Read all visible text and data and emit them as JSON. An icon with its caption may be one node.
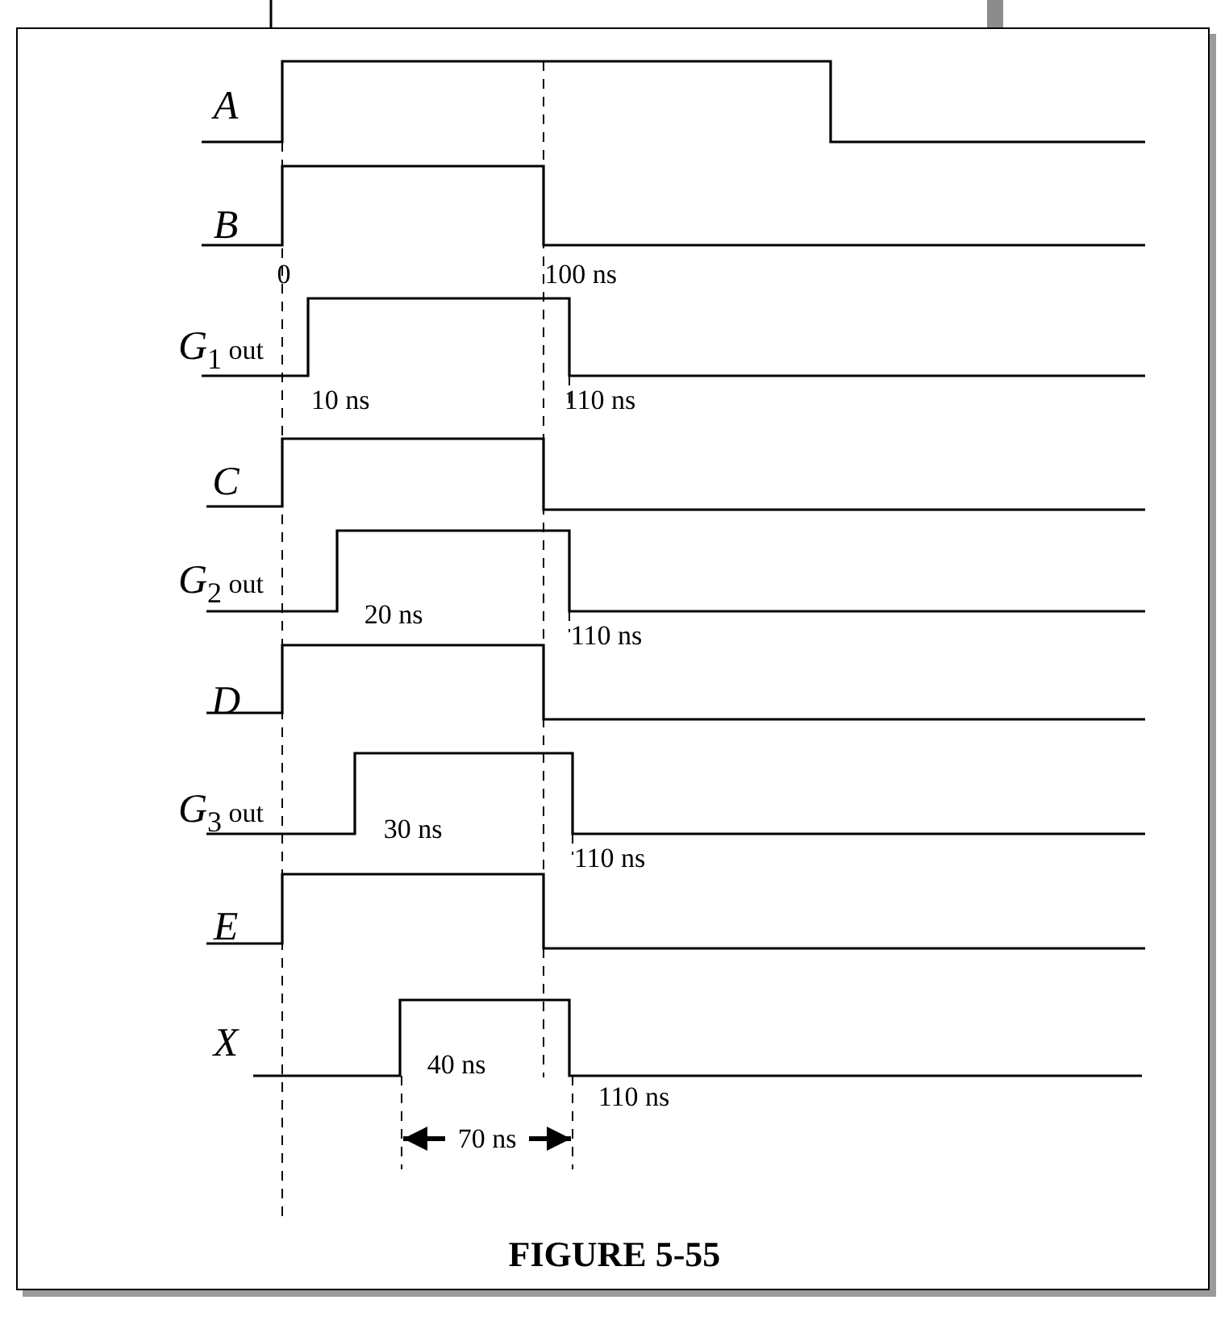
{
  "diagram": {
    "caption": "FIGURE 5-55",
    "labels": [
      "A",
      "B",
      "0",
      "100 ns",
      "*G*$_{1}$ out",
      "10 ns",
      "110 ns",
      "C",
      "*G*$_{2}$ out",
      "20 ns",
      "110 ns",
      "D",
      "*G*$_{3}$ out",
      "30 ns",
      "110 ns",
      "E",
      "X",
      "40 ns",
      "110 ns",
      "70 ns"
    ]
  }
}
